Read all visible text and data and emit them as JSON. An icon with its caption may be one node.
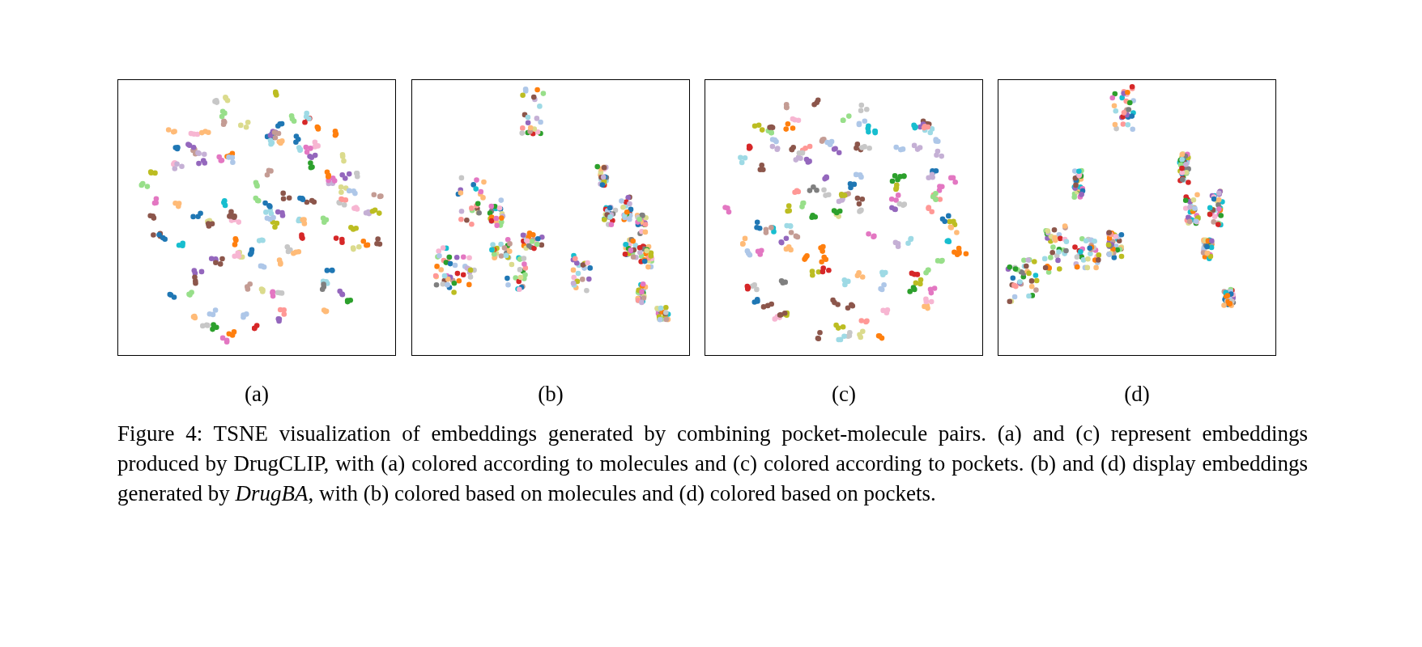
{
  "diagram": {
    "caption": "Figure 4: TSNE visualization of embeddings generated by combining pocket-molecule pairs. (a) and (c) represent embeddings produced by DrugCLIP, with (a) colored according to molecules and (c) colored according to pockets. (b) and (d) display embeddings generated by *DrugBA*, with (b) colored based on molecules and (d) colored based on pockets.",
    "labels": [
      "(a)",
      "(b)",
      "(c)",
      "(d)"
    ]
  }
}
